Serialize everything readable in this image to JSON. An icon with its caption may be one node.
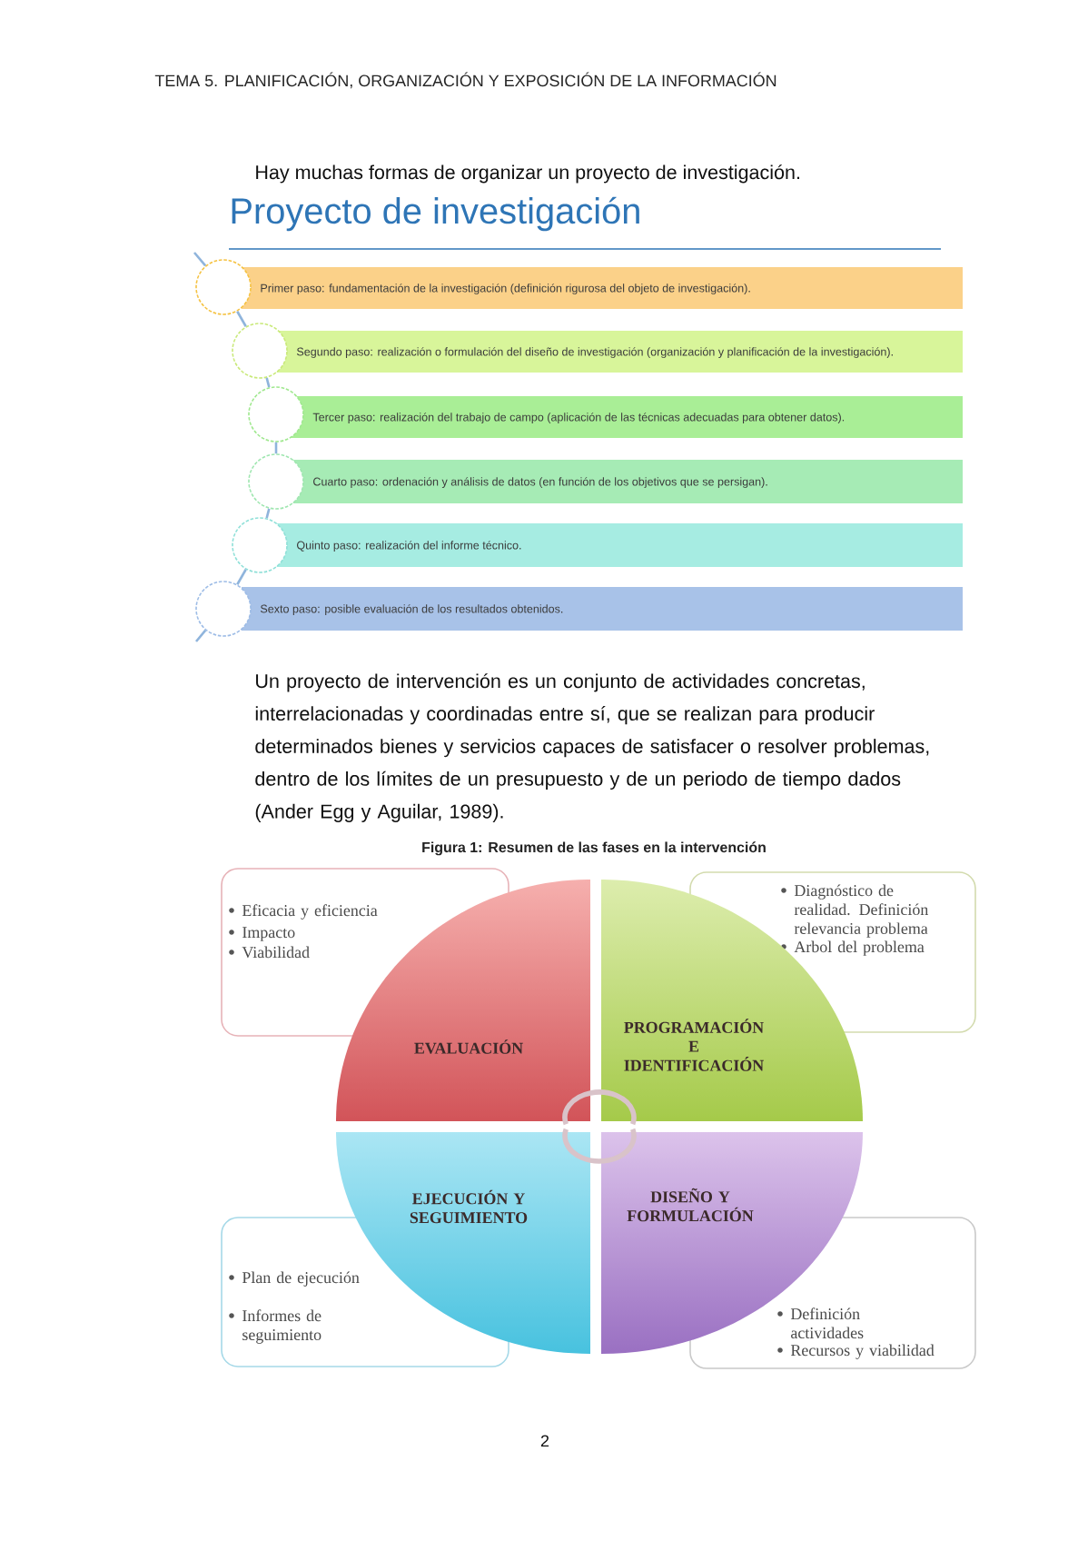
{
  "diagram": {
    "title": "Proyecto de investigación",
    "caption": "Figura 1: Resumen de las fases en la intervención",
    "nodes": [
      {
        "text": [],
        "shape": "circle"
      },
      {
        "text": [
          "Primer paso: fundamentación de la investigación (definición rigurosa del objeto de investigación)."
        ]
      },
      {
        "text": [],
        "shape": "circle"
      },
      {
        "text": [
          "Segundo paso: realización o formulación del diseño de investigación (organización y planificación de la investigación)."
        ]
      },
      {
        "text": [],
        "shape": "circle"
      },
      {
        "text": [
          "Tercer paso: realización del trabajo de campo (aplicación de las técnicas adecuadas para obtener datos)."
        ]
      },
      {
        "text": [],
        "shape": "circle"
      },
      {
        "text": [
          "Cuarto paso: ordenación y análisis de datos (en función de los objetivos que se persigan)."
        ]
      },
      {
        "text": [],
        "shape": "circle"
      },
      {
        "text": [
          "Quinto paso: realización del informe técnico."
        ]
      },
      {
        "text": [],
        "shape": "circle"
      },
      {
        "text": [
          "Sexto paso: posible evaluación de los resultados obtenidos."
        ]
      },
      {
        "text": [
          "Eficacia y eficiencia",
          "Impacto",
          "Viabilidad"
        ]
      },
      {
        "text": [
          "Diagnóstico de realidad. Definición relevancia problema",
          "Arbol del problema"
        ]
      },
      {
        "text": [
          "EVALUACIÓN"
        ]
      },
      {
        "text": [
          "PROGRAMACIÓN E IDENTIFICACIÓN"
        ]
      },
      {
        "text": [
          "EJECUCIÓN Y SEGUIMIENTO"
        ]
      },
      {
        "text": [
          "DISEÑO Y FORMULACIÓN"
        ]
      },
      {
        "text": [
          "Plan de ejecución",
          "Informes de seguimiento"
        ]
      },
      {
        "text": [
          "Definición actividades",
          "Recursos y viabilidad"
        ]
      }
    ],
    "edges": [
      {
        "from": null,
        "to": 0,
        "arrow": "none"
      },
      {
        "from": 0,
        "to": 2,
        "arrow": "none"
      },
      {
        "from": 2,
        "to": 4,
        "arrow": "none"
      },
      {
        "from": 4,
        "to": 6,
        "arrow": "none"
      },
      {
        "from": 6,
        "to": 8,
        "arrow": "none"
      },
      {
        "from": 8,
        "to": 10,
        "arrow": "none"
      },
      {
        "from": 10,
        "to": null,
        "arrow": "none"
      }
    ],
    "labels": [
      "TEMA 5. PLANIFICACIÓN, ORGANIZACIÓN Y EXPOSICIÓN DE LA INFORMACIÓN",
      "Hay muchas formas de organizar un proyecto de investigación.",
      "Un proyecto de intervención es un conjunto de actividades concretas, interrelacionadas y coordinadas entre sí, que se realizan para producir determinados bienes y servicios capaces de satisfacer o resolver problemas, dentro de los límites de un presupuesto y de un periodo de tiempo dados (Ander Egg y Aguilar, 1989).",
      "2"
    ]
  }
}
